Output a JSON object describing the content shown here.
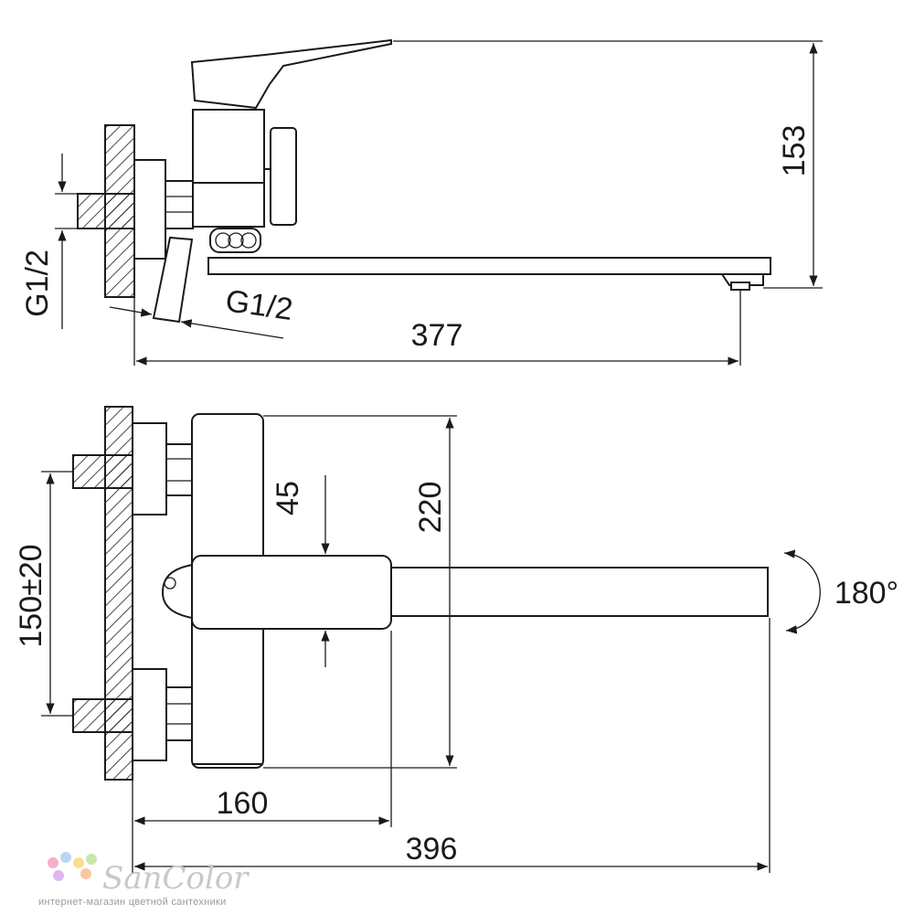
{
  "dimensions": {
    "height_total": "153",
    "inlet_thread_left": "G1/2",
    "inlet_thread_diag": "G1/2",
    "spout_reach_side": "377",
    "body_height": "220",
    "lever_width": "45",
    "inlet_spacing": "150±20",
    "rotation": "180°",
    "body_depth": "160",
    "total_length": "396"
  },
  "watermark": {
    "logo": "SanColor",
    "subtitle": "интернет-магазин цветной сантехники",
    "dot_colors": [
      "#f4b0c8",
      "#b8d8f0",
      "#f8e08a",
      "#c8e8a8",
      "#e0b8f0",
      "#f8c8a0"
    ]
  }
}
